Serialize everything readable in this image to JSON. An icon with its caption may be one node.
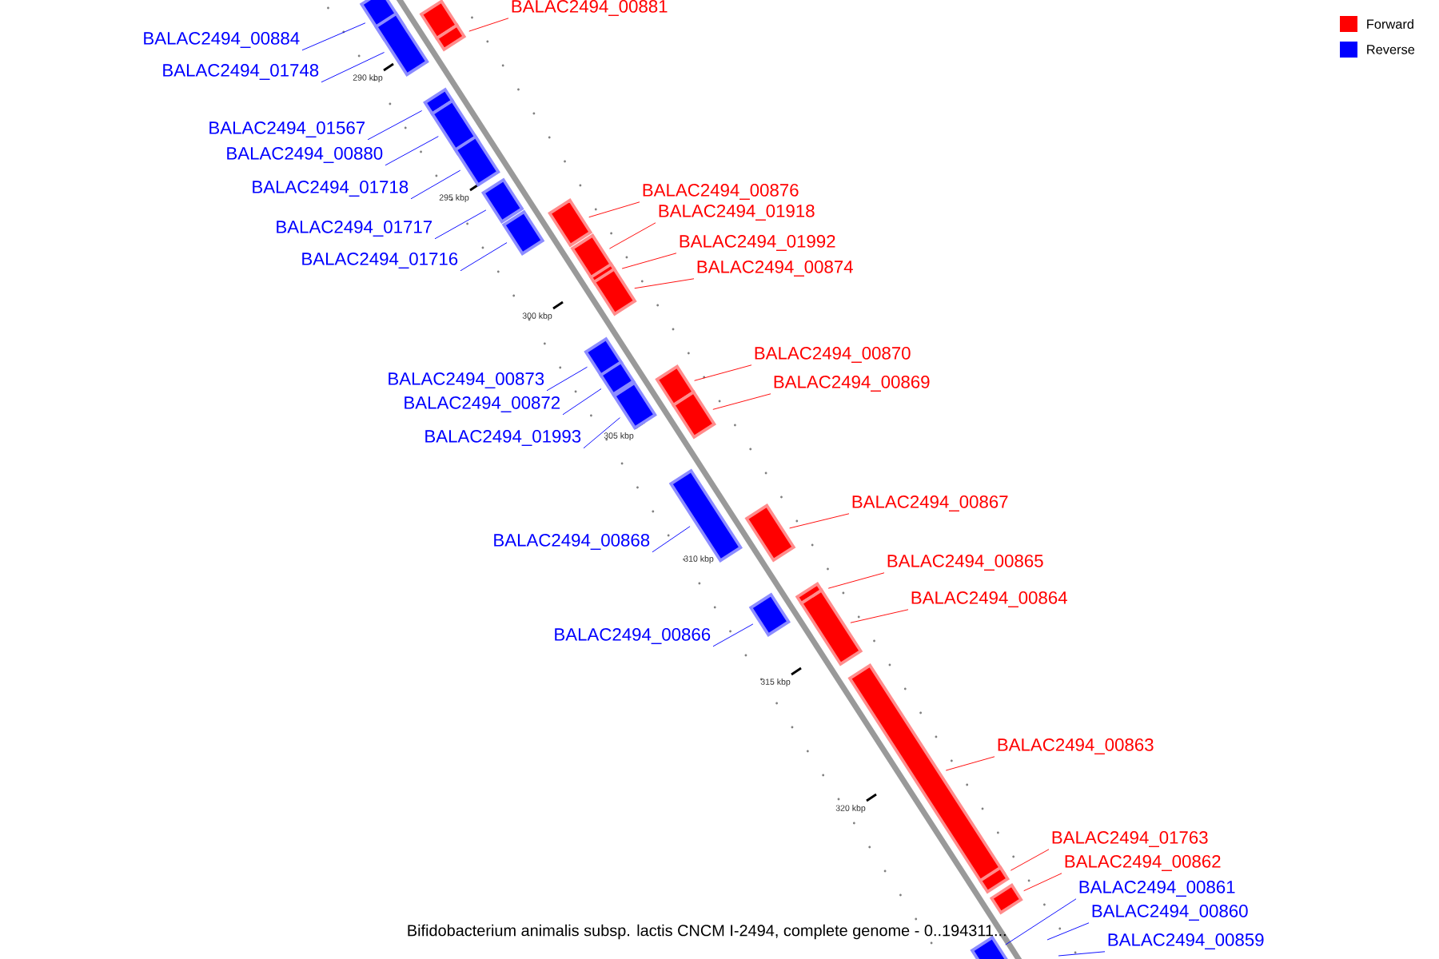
{
  "diagram": {
    "caption": "Bifidobacterium animalis subsp. lactis CNCM I-2494, complete genome - 0..194311...",
    "nodes": [
      {
        "text": [
          "BALAC2494_00881"
        ]
      },
      {
        "text": [
          "BALAC2494_00884"
        ]
      },
      {
        "text": [
          "BALAC2494_01748"
        ]
      },
      {
        "text": [
          "BALAC2494_01567"
        ]
      },
      {
        "text": [
          "BALAC2494_00880"
        ]
      },
      {
        "text": [
          "BALAC2494_01718"
        ]
      },
      {
        "text": [
          "BALAC2494_00876"
        ]
      },
      {
        "text": [
          "BALAC2494_01918"
        ]
      },
      {
        "text": [
          "BALAC2494_01717"
        ]
      },
      {
        "text": [
          "BALAC2494_01992"
        ]
      },
      {
        "text": [
          "BALAC2494_01716"
        ]
      },
      {
        "text": [
          "BALAC2494_00874"
        ]
      },
      {
        "text": [
          "BALAC2494_00870"
        ]
      },
      {
        "text": [
          "BALAC2494_00873"
        ]
      },
      {
        "text": [
          "BALAC2494_00869"
        ]
      },
      {
        "text": [
          "BALAC2494_00872"
        ]
      },
      {
        "text": [
          "BALAC2494_01993"
        ]
      },
      {
        "text": [
          "BALAC2494_00867"
        ]
      },
      {
        "text": [
          "BALAC2494_00868"
        ]
      },
      {
        "text": [
          "BALAC2494_00865"
        ]
      },
      {
        "text": [
          "BALAC2494_00864"
        ]
      },
      {
        "text": [
          "BALAC2494_00866"
        ]
      },
      {
        "text": [
          "BALAC2494_00863"
        ]
      },
      {
        "text": [
          "BALAC2494_01763"
        ]
      },
      {
        "text": [
          "BALAC2494_00862"
        ]
      },
      {
        "text": [
          "BALAC2494_00861"
        ]
      },
      {
        "text": [
          "BALAC2494_00860"
        ]
      },
      {
        "text": [
          "BALAC2494_00859"
        ]
      },
      {
        "text": [],
        "shape": "bar"
      },
      {
        "text": [],
        "shape": "bar"
      },
      {
        "text": [],
        "shape": "bar"
      },
      {
        "text": [],
        "shape": "bar"
      },
      {
        "text": [],
        "shape": "bar"
      },
      {
        "text": [],
        "shape": "bar"
      },
      {
        "text": [],
        "shape": "bar"
      },
      {
        "text": [],
        "shape": "bar"
      },
      {
        "text": [],
        "shape": "bar"
      },
      {
        "text": [],
        "shape": "bar"
      },
      {
        "text": [],
        "shape": "bar"
      },
      {
        "text": [],
        "shape": "bar"
      },
      {
        "text": [],
        "shape": "bar"
      },
      {
        "text": [],
        "shape": "bar"
      },
      {
        "text": [],
        "shape": "bar"
      },
      {
        "text": [],
        "shape": "bar"
      },
      {
        "text": [],
        "shape": "bar"
      },
      {
        "text": [],
        "shape": "bar"
      },
      {
        "text": [],
        "shape": "bar"
      },
      {
        "text": [],
        "shape": "bar"
      },
      {
        "text": [],
        "shape": "bar"
      },
      {
        "text": [],
        "shape": "bar"
      },
      {
        "text": [],
        "shape": "bar"
      },
      {
        "text": [],
        "shape": "bar"
      },
      {
        "text": [],
        "shape": "bar"
      },
      {
        "text": [],
        "shape": "bar"
      },
      {
        "text": [],
        "shape": "bar"
      }
    ],
    "edges": [
      {
        "from": 0,
        "to": 31,
        "arrow": "none",
        "color": "#ff0000"
      },
      {
        "from": 1,
        "to": 28,
        "arrow": "none",
        "color": "#0000ff"
      },
      {
        "from": 2,
        "to": 30,
        "arrow": "none",
        "color": "#0000ff"
      },
      {
        "from": 3,
        "to": 32,
        "arrow": "none",
        "color": "#0000ff"
      },
      {
        "from": 4,
        "to": 33,
        "arrow": "none",
        "color": "#0000ff"
      },
      {
        "from": 5,
        "to": 34,
        "arrow": "none",
        "color": "#0000ff"
      },
      {
        "from": 6,
        "to": 37,
        "arrow": "none",
        "color": "#ff0000"
      },
      {
        "from": 7,
        "to": 38,
        "arrow": "none",
        "color": "#ff0000"
      },
      {
        "from": 8,
        "to": 35,
        "arrow": "none",
        "color": "#0000ff"
      },
      {
        "from": 9,
        "to": 39,
        "arrow": "none",
        "color": "#ff0000"
      },
      {
        "from": 10,
        "to": 36,
        "arrow": "none",
        "color": "#0000ff"
      },
      {
        "from": 11,
        "to": 40,
        "arrow": "none",
        "color": "#ff0000"
      },
      {
        "from": 12,
        "to": 44,
        "arrow": "none",
        "color": "#ff0000"
      },
      {
        "from": 13,
        "to": 41,
        "arrow": "none",
        "color": "#0000ff"
      },
      {
        "from": 14,
        "to": 45,
        "arrow": "none",
        "color": "#ff0000"
      },
      {
        "from": 15,
        "to": 42,
        "arrow": "none",
        "color": "#0000ff"
      },
      {
        "from": 16,
        "to": 43,
        "arrow": "none",
        "color": "#0000ff"
      },
      {
        "from": 17,
        "to": 47,
        "arrow": "none",
        "color": "#ff0000"
      },
      {
        "from": 18,
        "to": 46,
        "arrow": "none",
        "color": "#0000ff"
      },
      {
        "from": 19,
        "to": 49,
        "arrow": "none",
        "color": "#ff0000"
      },
      {
        "from": 20,
        "to": 50,
        "arrow": "none",
        "color": "#ff0000"
      },
      {
        "from": 21,
        "to": 48,
        "arrow": "none",
        "color": "#0000ff"
      },
      {
        "from": 22,
        "to": 51,
        "arrow": "none",
        "color": "#ff0000"
      },
      {
        "from": 23,
        "to": 52,
        "arrow": "none",
        "color": "#ff0000"
      },
      {
        "from": 24,
        "to": 53,
        "arrow": "none",
        "color": "#ff0000"
      },
      {
        "from": 25,
        "to": 54,
        "arrow": "none",
        "color": "#0000ff"
      },
      {
        "from": 26,
        "to": null,
        "arrow": "none",
        "color": "#0000ff"
      },
      {
        "from": 27,
        "to": null,
        "arrow": "none",
        "color": "#0000ff"
      }
    ],
    "labels": [
      "290 kbp",
      "295 kbp",
      "300 kbp",
      "305 kbp",
      "310 kbp",
      "315 kbp",
      "320 kbp"
    ],
    "legend": [
      {
        "text": "Forward",
        "color": "#ff0000"
      },
      {
        "text": "Reverse",
        "color": "#0000ff"
      }
    ]
  }
}
